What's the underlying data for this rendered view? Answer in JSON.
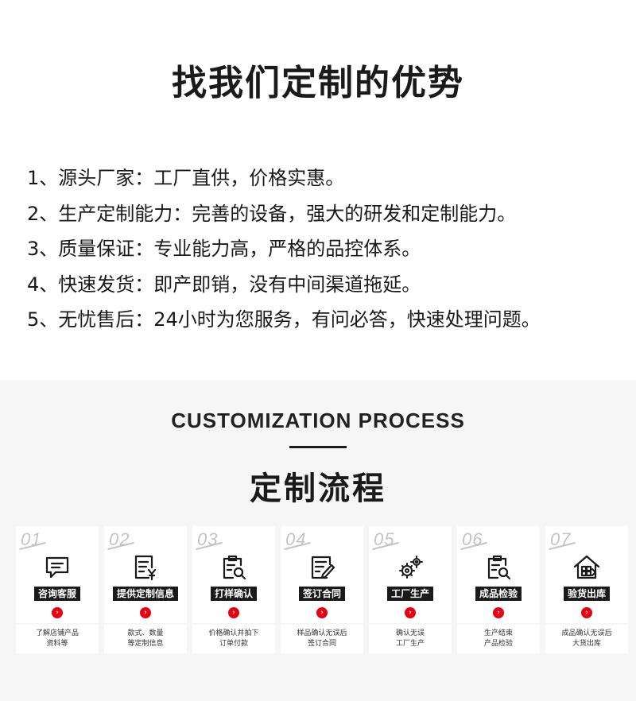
{
  "advantages": {
    "title": "找我们定制的优势",
    "items": [
      "1、源头厂家：工厂直供，价格实惠。",
      "2、生产定制能力：完善的设备，强大的研发和定制能力。",
      "3、质量保证：专业能力高，严格的品控体系。",
      "4、快速发货：即产即销，没有中间渠道拖延。",
      "5、无忧售后：24小时为您服务，有问必答，快速处理问题。"
    ]
  },
  "process": {
    "title_en": "CUSTOMIZATION PROCESS",
    "title_cn": "定制流程",
    "arrow_glyph": "›",
    "steps": [
      {
        "num": "01",
        "label": "咨询客服",
        "desc1": "了解店铺产品",
        "desc2": "资料等",
        "icon": "chat-icon"
      },
      {
        "num": "02",
        "label": "提供定制信息",
        "desc1": "款式、数量",
        "desc2": "等定制信息",
        "icon": "price-document-icon"
      },
      {
        "num": "03",
        "label": "打样确认",
        "desc1": "价格确认并拍下",
        "desc2": "订单付款",
        "icon": "clipboard-search-icon"
      },
      {
        "num": "04",
        "label": "签订合同",
        "desc1": "样品确认无误后",
        "desc2": "签订合同",
        "icon": "contract-pen-icon"
      },
      {
        "num": "05",
        "label": "工厂生产",
        "desc1": "确认无误",
        "desc2": "工厂生产",
        "icon": "gears-icon"
      },
      {
        "num": "06",
        "label": "成品检验",
        "desc1": "生产结束",
        "desc2": "产品检验",
        "icon": "inspection-icon"
      },
      {
        "num": "07",
        "label": "验货出库",
        "desc1": "成品确认无误后",
        "desc2": "大货出库",
        "icon": "warehouse-icon"
      }
    ]
  },
  "colors": {
    "accent": "#e60012",
    "label_bg": "#1a1a1a",
    "section_bg": "#f6f6f6"
  }
}
